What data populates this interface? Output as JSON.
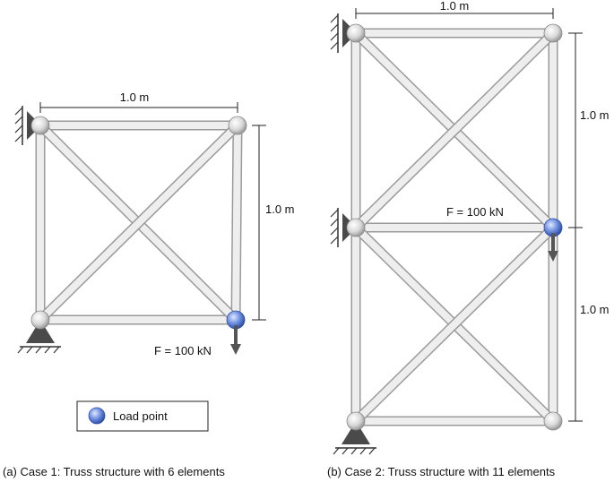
{
  "case1": {
    "width_label": "1.0 m",
    "height_label": "1.0 m",
    "force_label": "F = 100 kN",
    "caption": "(a) Case 1: Truss structure with 6 elements"
  },
  "case2": {
    "width_label": "1.0 m",
    "upper_height_label": "1.0 m",
    "lower_height_label": "1.0 m",
    "force_label": "F = 100 kN",
    "caption": "(b) Case 2: Truss structure with 11 elements"
  },
  "legend": {
    "load_point_label": "Load point"
  },
  "colors": {
    "member_fill": "#eeeeee",
    "member_edge": "#9a9a9a",
    "load_point": "#5b7fd6",
    "support": "#4a4a4a",
    "arrow": "#555555"
  }
}
